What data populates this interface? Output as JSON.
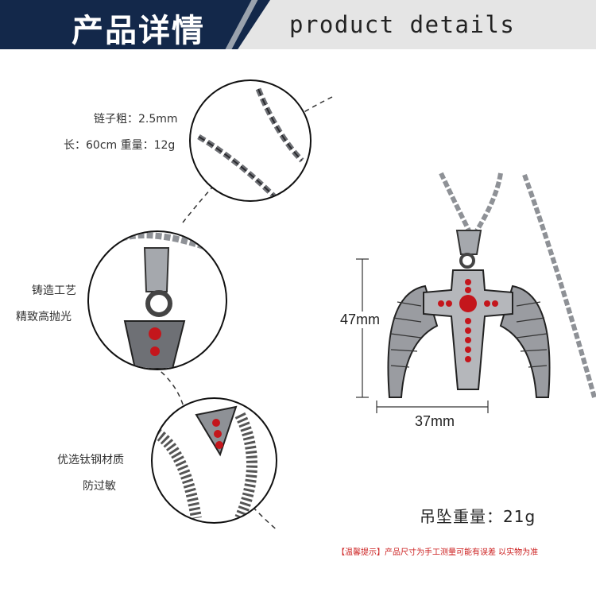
{
  "header": {
    "title_cn": "产品详情",
    "title_en": "product details",
    "colors": {
      "title_bg": "#13284a",
      "bar_bg": "#e5e5e5"
    }
  },
  "details": {
    "chain_thickness": "链子粗：2.5mm",
    "length_weight": "长：60cm 重量：12g",
    "casting_line1": "铸造工艺",
    "casting_line2": "精致高抛光",
    "material_line1": "优选钛钢材质",
    "material_line2": "防过敏"
  },
  "dimensions": {
    "height": "47mm",
    "width": "37mm"
  },
  "pendant_weight": "吊坠重量：21g",
  "notice": "【温馨提示】产品尺寸为手工测量可能有误差  以实物为准",
  "accent_colors": {
    "gem_red": "#c4161c",
    "steel": "#8e9196",
    "notice_red": "#cc1f1f"
  }
}
